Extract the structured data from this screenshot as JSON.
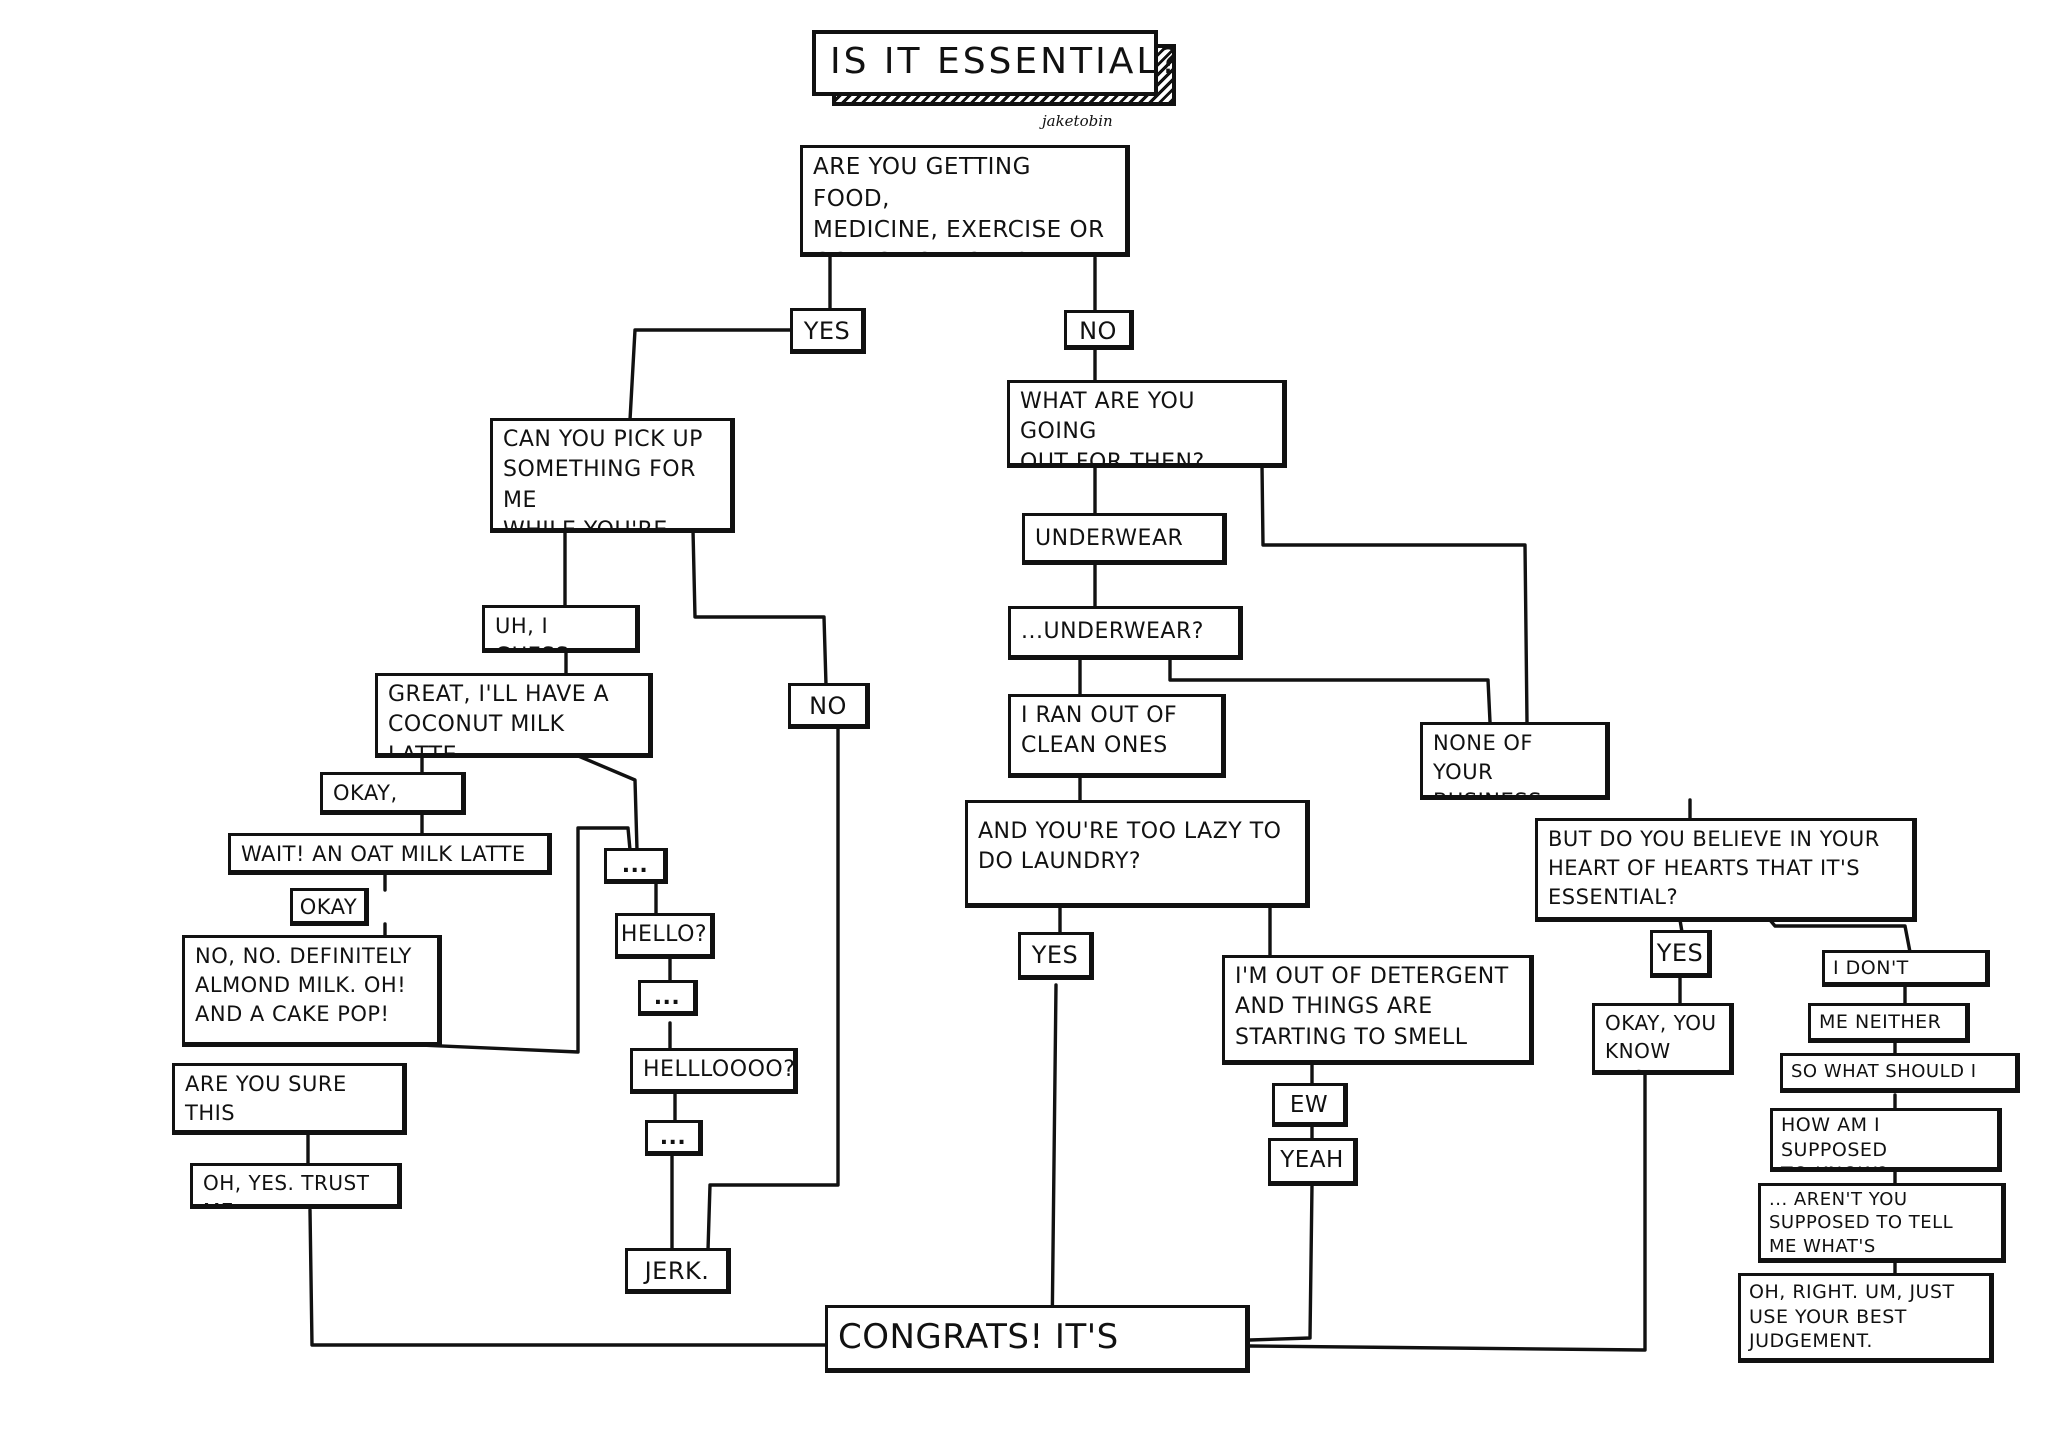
{
  "title": "IS IT ESSENTIAL?",
  "credit": "jaketobin",
  "accent_color": "#111111",
  "nodes": {
    "q_getting_food": "ARE YOU GETTING FOOD,\nMEDICINE, EXERCISE OR\nGOING TO WORK?",
    "yes_1": "YES",
    "no_1": "NO",
    "q_pick_up": "CAN YOU PICK UP\nSOMETHING FOR ME\nWHILE YOU'RE OUT?",
    "uh_i_guess": "UH, I GUESS",
    "no_2": "NO",
    "great_latte": "GREAT, I'LL HAVE A\nCOCONUT MILK LATTE",
    "okay_sure": "OKAY, SURE",
    "ellipsis_1": "...",
    "wait_oat": "WAIT! AN OAT MILK LATTE",
    "okay": "OKAY",
    "hello": "HELLO?",
    "no_almond": "NO, NO. DEFINITELY\nALMOND MILK. OH!\nAND A CAKE POP!",
    "ellipsis_2": "...",
    "helllo": "HELLLOOOO?",
    "are_you_sure": "ARE YOU SURE THIS\nIS ESSENTIAL?",
    "ellipsis_3": "...",
    "oh_yes_trust": "OH, YES. TRUST ME.",
    "jerk": "JERK.",
    "q_going_out": "WHAT ARE YOU GOING\nOUT FOR THEN?",
    "underwear": "UNDERWEAR",
    "underwear_q": "...UNDERWEAR?",
    "ran_out": "I RAN OUT OF\nCLEAN ONES",
    "none_business": "NONE OF YOUR\nBUSINESS",
    "too_lazy": "AND YOU'RE TOO LAZY TO\nDO LAUNDRY?",
    "believe": "BUT DO YOU BELIEVE IN YOUR\nHEART OF HEARTS THAT IT'S\nESSENTIAL?",
    "yes_2": "YES",
    "out_detergent": "I'M OUT OF DETERGENT\nAND THINGS ARE\nSTARTING TO SMELL",
    "yes_3": "YES",
    "i_dont_know": "I DON'T KNOW",
    "okay_know_best": "OKAY, YOU\nKNOW BEST!",
    "me_neither": "ME NEITHER",
    "ew": "EW",
    "so_what": "SO WHAT SHOULD I DO?",
    "how_am_i": "HOW AM I SUPPOSED\nTO KNOW?",
    "yeah": "YEAH",
    "arent_you": "... AREN'T YOU\nSUPPOSED TO TELL\nME WHAT'S ESSENTIAL?",
    "oh_right": "OH, RIGHT. UM, JUST\nUSE YOUR BEST\nJUDGEMENT.",
    "congrats": "CONGRATS! IT'S ESSENTIAL"
  }
}
